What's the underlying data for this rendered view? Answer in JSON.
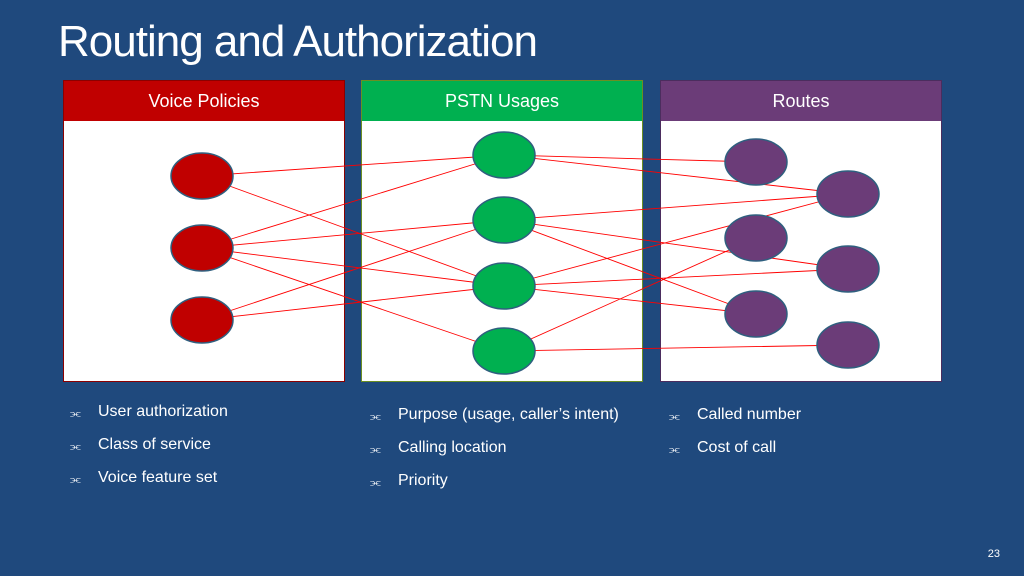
{
  "slide": {
    "title": "Routing and Authorization",
    "page_number": "23"
  },
  "panels": [
    {
      "header": "Voice Policies",
      "color": "#c00000",
      "node_color": "#c00000",
      "node_count": 3
    },
    {
      "header": "PSTN Usages",
      "color": "#00b050",
      "node_color": "#00b050",
      "node_count": 4
    },
    {
      "header": "Routes",
      "color": "#6b3c78",
      "node_color": "#6b3c78",
      "node_count": 6
    }
  ],
  "bullets": {
    "voice_policies": [
      "User authorization",
      "Class of service",
      "Voice feature set"
    ],
    "pstn_usages": [
      "Purpose (usage, caller’s intent)",
      "Calling location",
      "Priority"
    ],
    "routes": [
      "Called number",
      "Cost of call"
    ]
  },
  "connections": {
    "line_color": "#ff0000",
    "policy_to_usage": [
      [
        0,
        0
      ],
      [
        0,
        2
      ],
      [
        1,
        0
      ],
      [
        1,
        1
      ],
      [
        1,
        2
      ],
      [
        1,
        3
      ],
      [
        2,
        1
      ],
      [
        2,
        2
      ]
    ],
    "usage_to_route": [
      [
        0,
        0
      ],
      [
        0,
        1
      ],
      [
        1,
        1
      ],
      [
        1,
        3
      ],
      [
        1,
        4
      ],
      [
        2,
        1
      ],
      [
        2,
        3
      ],
      [
        2,
        4
      ],
      [
        3,
        2
      ],
      [
        3,
        5
      ]
    ]
  }
}
